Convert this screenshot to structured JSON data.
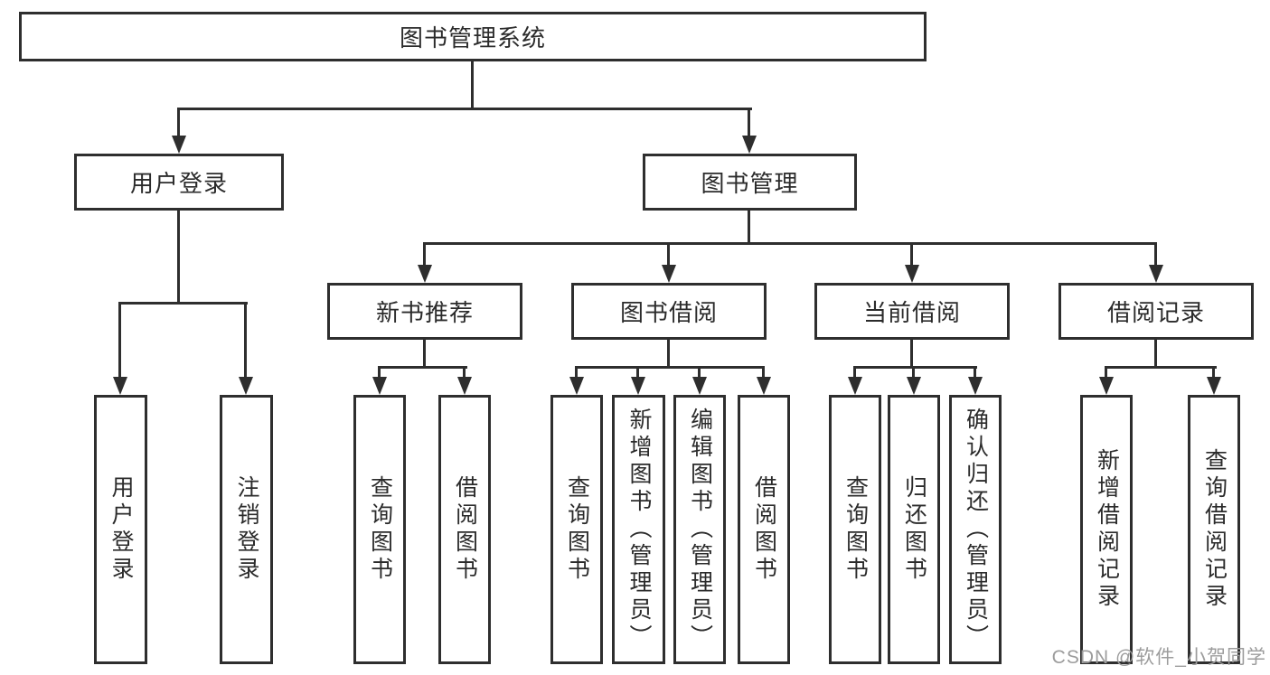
{
  "colors": {
    "line": "#2e2e2e",
    "box_border": "#2e2e2e",
    "box_background": "#ffffff",
    "text": "#2b2b2b",
    "watermark_text": "#9c9c9c",
    "background": "#ffffff"
  },
  "watermark": {
    "text": "CSDN @软件_小贺同学"
  },
  "tree": {
    "root": {
      "label": "图书管理系统"
    },
    "branches": [
      {
        "label": "用户登录",
        "children": [
          {
            "label": "用户登录"
          },
          {
            "label": "注销登录"
          }
        ]
      },
      {
        "label": "图书管理",
        "children": [
          {
            "label": "新书推荐",
            "children": [
              {
                "label": "查询图书"
              },
              {
                "label": "借阅图书"
              }
            ]
          },
          {
            "label": "图书借阅",
            "children": [
              {
                "label": "查询图书"
              },
              {
                "label": "新增图书（管理员）"
              },
              {
                "label": "编辑图书（管理员）"
              },
              {
                "label": "借阅图书"
              }
            ]
          },
          {
            "label": "当前借阅",
            "children": [
              {
                "label": "查询图书"
              },
              {
                "label": "归还图书"
              },
              {
                "label": "确认归还（管理员）"
              }
            ]
          },
          {
            "label": "借阅记录",
            "children": [
              {
                "label": "新增借阅记录"
              },
              {
                "label": "查询借阅记录"
              }
            ]
          }
        ]
      }
    ]
  }
}
